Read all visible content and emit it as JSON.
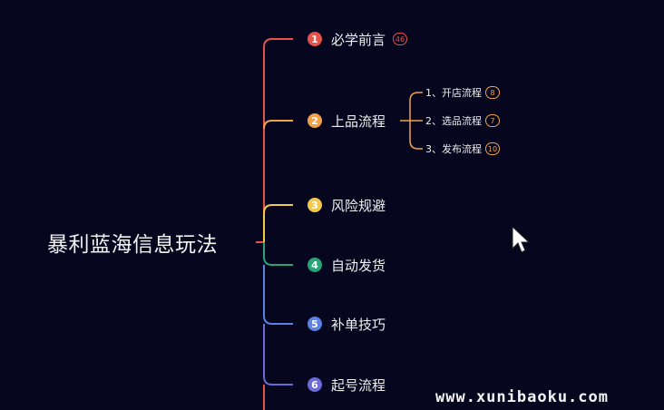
{
  "root": {
    "label": "暴利蓝海信息玩法"
  },
  "branches": [
    {
      "num": "1",
      "label": "必学前言",
      "badge": "46",
      "color": "#e4524a"
    },
    {
      "num": "2",
      "label": "上品流程",
      "badge": "",
      "color": "#f0a24a",
      "children": [
        {
          "label": "1、开店流程",
          "badge": "8"
        },
        {
          "label": "2、选品流程",
          "badge": "7"
        },
        {
          "label": "3、发布流程",
          "badge": "10"
        }
      ]
    },
    {
      "num": "3",
      "label": "风险规避",
      "badge": "",
      "color": "#f2c94c"
    },
    {
      "num": "4",
      "label": "自动发货",
      "badge": "",
      "color": "#27a577"
    },
    {
      "num": "5",
      "label": "补单技巧",
      "badge": "",
      "color": "#5b82e0"
    },
    {
      "num": "6",
      "label": "起号流程",
      "badge": "",
      "color": "#6d6ad6"
    }
  ],
  "watermark": "www.xunibaoku.com",
  "icons": {
    "cursor": "mouse-pointer-icon"
  }
}
